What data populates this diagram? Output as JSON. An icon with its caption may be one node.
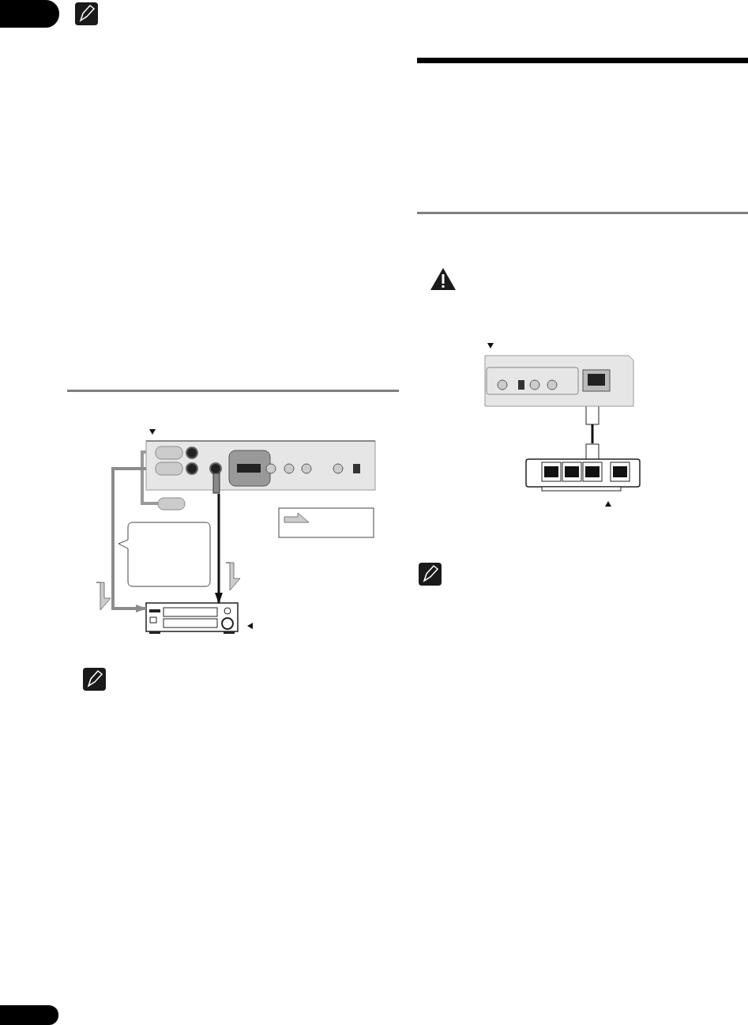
{
  "diagram": {
    "nodes": [
      {
        "text": [],
        "shape": "box"
      },
      {
        "text": [],
        "shape": "box"
      },
      {
        "text": [],
        "shape": "box"
      },
      {
        "text": [],
        "shape": "box"
      },
      {
        "text": [],
        "shape": "box"
      },
      {
        "text": [],
        "shape": "box"
      }
    ],
    "edges": [
      {
        "from": 0,
        "to": 1,
        "arrow": "to"
      },
      {
        "from": 0,
        "to": 1,
        "arrow": "to",
        "color": "#8c8c8c"
      },
      {
        "from": 4,
        "to": 5,
        "arrow": "none"
      }
    ]
  }
}
